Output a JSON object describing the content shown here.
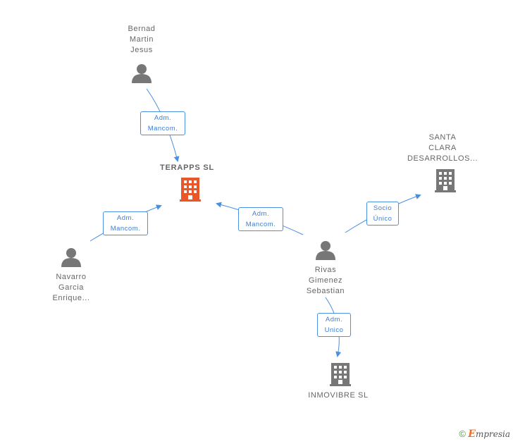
{
  "nodes": {
    "bernad": {
      "lines": [
        "Bernad",
        "Martin",
        "Jesus"
      ],
      "icon": "person-icon"
    },
    "terapps": {
      "label": "TERAPPS SL",
      "icon": "building-icon",
      "color": "#e8572a"
    },
    "navarro": {
      "lines": [
        "Navarro",
        "Garcia",
        "Enrique..."
      ],
      "icon": "person-icon"
    },
    "rivas": {
      "lines": [
        "Rivas",
        "Gimenez",
        "Sebastian"
      ],
      "icon": "person-icon"
    },
    "santa_clara": {
      "lines": [
        "SANTA",
        "CLARA",
        "DESARROLLOS..."
      ],
      "icon": "building-icon",
      "color": "#777777"
    },
    "inmovibre": {
      "label": "INMOVIBRE SL",
      "icon": "building-icon",
      "color": "#777777"
    }
  },
  "edges": [
    {
      "from": "bernad",
      "to": "terapps",
      "label_lines": [
        "Adm.",
        "Mancom."
      ]
    },
    {
      "from": "navarro",
      "to": "terapps",
      "label_lines": [
        "Adm.",
        "Mancom."
      ]
    },
    {
      "from": "rivas",
      "to": "terapps",
      "label_lines": [
        "Adm.",
        "Mancom."
      ]
    },
    {
      "from": "rivas",
      "to": "santa_clara",
      "label_lines": [
        "Socio",
        "Único"
      ]
    },
    {
      "from": "rivas",
      "to": "inmovibre",
      "label_lines": [
        "Adm.",
        "Unico"
      ]
    }
  ],
  "colors": {
    "edge": "#4a8fe0",
    "person": "#777777",
    "main_building": "#e8572a",
    "other_building": "#777777"
  },
  "footer": {
    "copyright": "©",
    "brand_initial": "E",
    "brand_rest": "mpresia"
  }
}
